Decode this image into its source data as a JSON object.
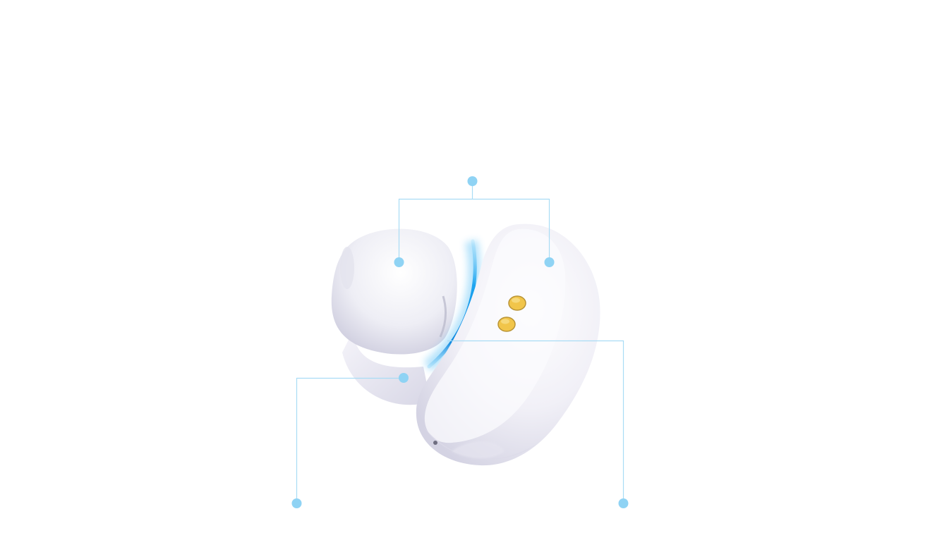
{
  "image": {
    "subject": "earbud-product-render",
    "background_color": "#ffffff"
  },
  "colors": {
    "callout_line": "#a9dcf5",
    "callout_dot": "#8fd3f4",
    "body_white": "#f2f1f8",
    "body_shadow": "#d9d8e6",
    "accent_glow": "#1ea5f0",
    "charging_contact": "#f1c54a"
  },
  "callouts": [
    {
      "id": "callout-top",
      "label": ""
    },
    {
      "id": "callout-left",
      "label": ""
    },
    {
      "id": "callout-right",
      "label": ""
    }
  ]
}
